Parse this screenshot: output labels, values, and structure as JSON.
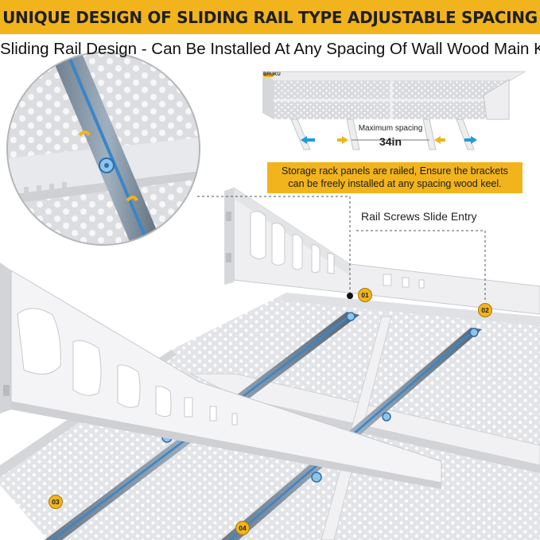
{
  "header": {
    "title": "UNIQUE DESIGN OF SLIDING RAIL TYPE ADJUSTABLE SPACING",
    "subtitle": "Sliding Rail Design - Can Be Installed At Any Spacing Of Wall Wood Main Keel"
  },
  "inset_diagram": {
    "brand": "BRUKU",
    "spacing_label": "Maximum spacing",
    "spacing_value": "34in"
  },
  "note": {
    "line1": "Storage rack panels are railed, Ensure the brackets",
    "line2": "can be freely installed at any spacing wood keel."
  },
  "callouts": {
    "rail_label": "Rail Screws Slide Entry",
    "markers": [
      "01",
      "02",
      "03",
      "04"
    ]
  },
  "colors": {
    "accent": "#f2b41c",
    "rail_blue": "#3a86c8",
    "arrow_blue": "#1e9be0",
    "panel": "#e6e7ea"
  }
}
